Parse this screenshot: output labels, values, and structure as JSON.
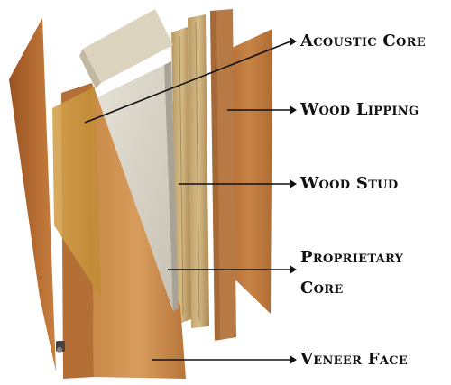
{
  "title": "",
  "colors": {
    "wood_light": "#d8a76a",
    "wood_mid": "#c07a3c",
    "wood_dark": "#8a4f21",
    "core_gray": "#d9d4c8",
    "stud_tan": "#c9ad78",
    "leader_line": "#111111"
  },
  "icons": [
    "arrowhead-icon",
    "door-handle-icon"
  ],
  "labels": {
    "acoustic_core": "Acoustic Core",
    "wood_lipping": "Wood Lipping",
    "wood_stud": "Wood Stud",
    "proprietary_core_line1": "Proprietary",
    "proprietary_core_line2": "Core",
    "veneer_face": "Veneer Face"
  }
}
